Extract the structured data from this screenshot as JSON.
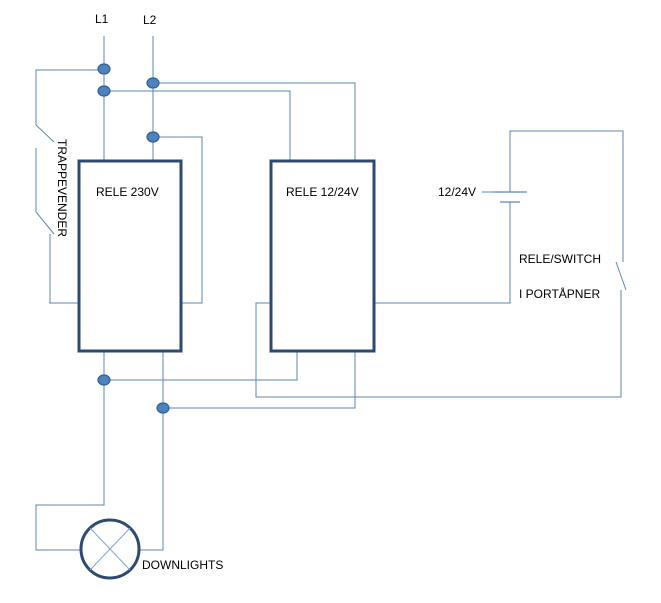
{
  "labels": {
    "l1": "L1",
    "l2": "L2",
    "relay_230": "RELE 230V",
    "relay_1224": "RELE 12/24V",
    "battery": "12/24V",
    "switch_line1": "RELE/SWITCH",
    "switch_line2": "I PORTÅPNER",
    "trappevender": "TRAPPEVENDER",
    "downlights": "DOWNLIGHTS"
  },
  "colors": {
    "wire": "#5b87b5",
    "box_border": "#2f4a70",
    "node_fill": "#4f81bd",
    "node_stroke": "#2f5f96",
    "lamp_border": "#2f4a70",
    "lamp_cross": "#7fa6d3"
  }
}
